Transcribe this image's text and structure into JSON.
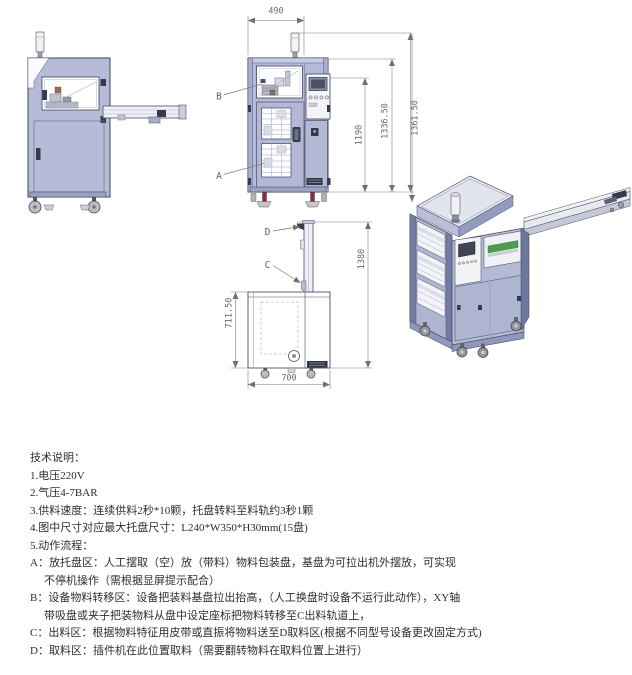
{
  "drawing": {
    "dimensions": {
      "front_width": "490",
      "front_height_inner": "1190",
      "front_height_body": "1336.50",
      "front_height_total": "1361.50",
      "side_height_total": "1380",
      "side_cabinet_height": "711.50",
      "side_depth": "700"
    },
    "callouts": {
      "a": "A",
      "b": "B",
      "c": "C",
      "d": "D"
    },
    "colors": {
      "machine_body": "#b6bcd8",
      "machine_frame": "#3c445c",
      "accent_green": "#4a9e4e",
      "dimension_line": "#808080"
    }
  },
  "notes": {
    "title": "技术说明：",
    "items": [
      "1.电压220V",
      "2.气压4-7BAR",
      "3.供料速度：连续供料2秒*10颗，托盘转料至料轨约3秒1颗",
      "4.图中尺寸对应最大托盘尺寸：L240*W350*H30mm(15盘)",
      "5.动作流程：",
      "A：放托盘区：人工摆取（空）放（带料）物料包装盘，基盘为可拉出机外摆放，可实现",
      "不停机操作（需根据显屏提示配合）",
      "B：设备物料转移区：设备把装料基盘拉出抬高，（人工换盘时设备不运行此动作），XY轴",
      "带吸盘或夹子把装物料从盘中设定座标把物料转移至C出料轨道上，",
      "C：出料区：根据物料特征用皮带或直振将物料送至D取料区(根据不同型号设备更改固定方式)",
      "D：取料区：插件机在此位置取料（需要翻转物料在取料位置上进行）"
    ]
  }
}
